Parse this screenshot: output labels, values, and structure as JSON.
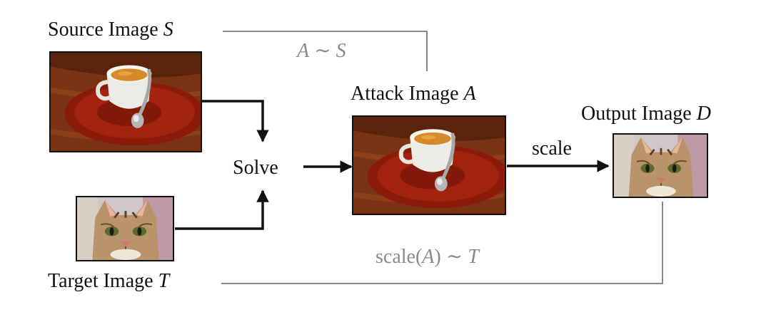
{
  "labels": {
    "source_text": "Source Image ",
    "source_var": "S",
    "target_text": "Target Image ",
    "target_var": "T",
    "attack_text": "Attack Image ",
    "attack_var": "A",
    "output_text": "Output Image ",
    "output_var": "D",
    "solve": "Solve",
    "scale": "scale"
  },
  "constraints": {
    "attack_like_source": {
      "lhs": "A",
      "op": " ∼ ",
      "rhs": "S"
    },
    "scaled_like_target": {
      "fn": "scale(",
      "arg": "A",
      "close": ")",
      "op": " ∼ ",
      "rhs": "T"
    }
  },
  "colors": {
    "arrow": "#111111",
    "constraint_line": "#8a8a8a",
    "wood": "#8a3c17",
    "saucer": "#a3230e",
    "cup": "#f4efe8",
    "coffee": "#d78a2a",
    "cat_fur": "#b9946b",
    "cat_eye": "#5c6b2d"
  },
  "icons": {
    "source_image": "coffee-cup-photo",
    "attack_image": "coffee-cup-photo",
    "target_image": "cat-face-photo",
    "output_image": "cat-face-photo"
  }
}
